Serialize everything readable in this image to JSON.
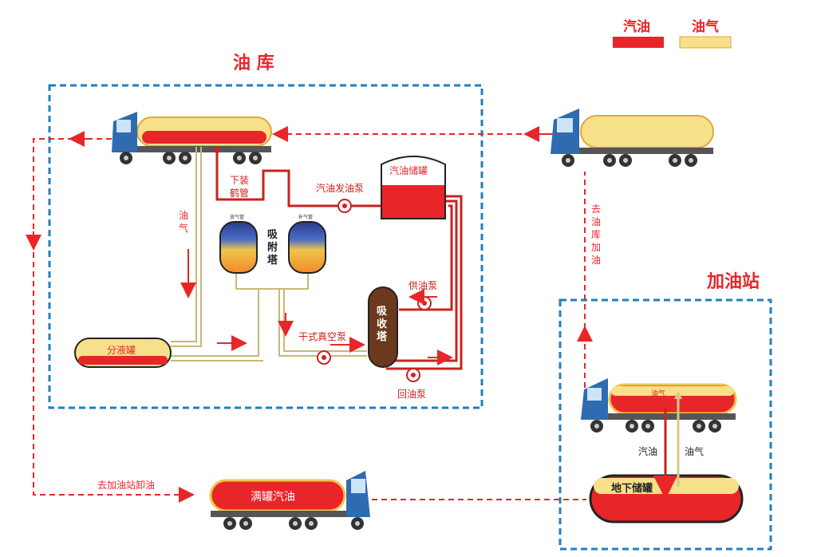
{
  "legend": {
    "gasoline": {
      "label": "汽油",
      "color": "#e8262a"
    },
    "vapor": {
      "label": "油气",
      "color": "#f6e08a"
    }
  },
  "regions": {
    "depot": "油  库",
    "station": "加油站"
  },
  "labels": {
    "crane_pipe_1": "下装",
    "crane_pipe_2": "鹤管",
    "gasoline_tank": "汽油储罐",
    "gasoline_pump": "汽油发油泵",
    "vapor_vertical": "油气",
    "adsorption_tower": "吸附塔",
    "valve_left": "放气管",
    "valve_right": "补气管",
    "supply_pump": "供油泵",
    "absorption_tower": "吸收塔",
    "dry_vacuum_pump": "干式真空泵",
    "return_pump": "回油泵",
    "separator": "分液罐",
    "to_depot_refill": "去油库加油",
    "to_station_unload": "去加油站卸油",
    "full_truck": "满罐汽油",
    "station_truck_vapor": "油气",
    "station_gasoline": "汽油",
    "station_vapor": "油气",
    "underground_tank": "地下储罐"
  },
  "colors": {
    "dashed_route": "#e8262a",
    "dashed_box": "#1f7fc2",
    "truck_cab": "#2f6bb0",
    "pipe_red": "#c8231f",
    "pipe_vapor": "#d8c98a",
    "tower_brown": "#6b3a1e"
  }
}
